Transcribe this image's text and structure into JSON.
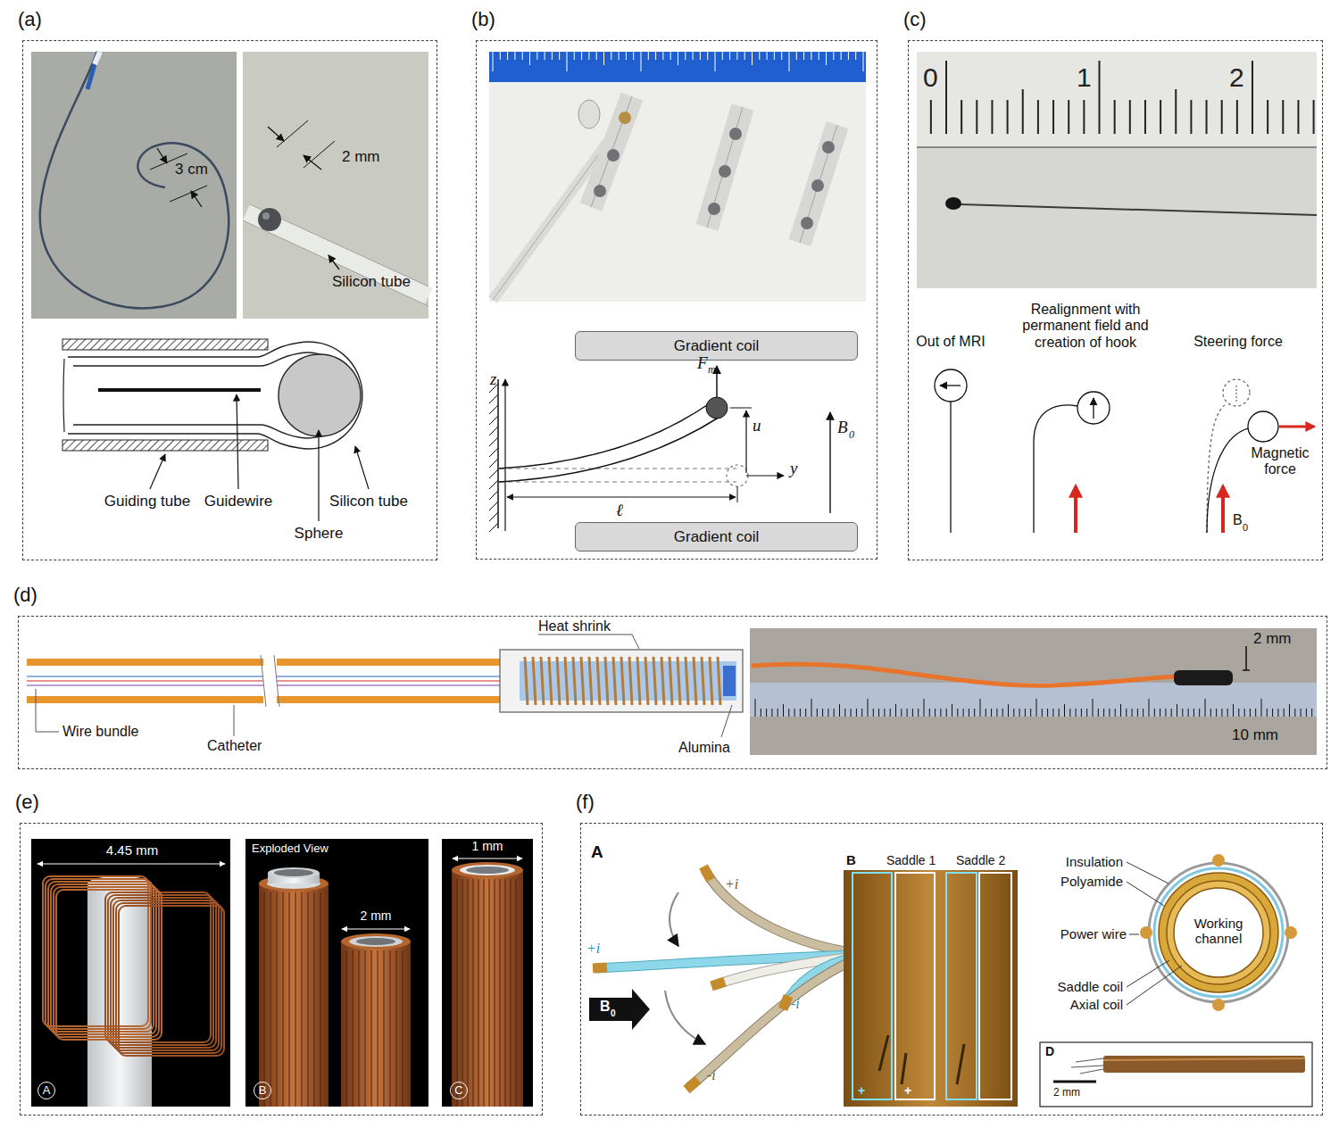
{
  "diagram": {
    "nodes": [
      {
        "text": [
          "(a)"
        ]
      },
      {
        "text": [
          "(b)"
        ]
      },
      {
        "text": [
          "Gradient coil"
        ],
        "in": 1
      },
      {
        "text": [
          "Gradient coil"
        ],
        "in": 1
      },
      {
        "text": [
          "(c)"
        ]
      },
      {
        "text": [
          "(d)"
        ]
      },
      {
        "text": [
          "(e)"
        ]
      },
      {
        "text": [
          "(f)"
        ]
      }
    ],
    "labels": [
      "3 cm",
      "2 mm",
      "Silicon tube",
      "Guiding tube",
      "Guidewire",
      "Silicon tube",
      "Sphere",
      "F",
      "m",
      "u",
      "z",
      "y",
      "ℓ",
      "B",
      "0",
      "0",
      "1",
      "2",
      "Out of MRI",
      "Realignment with permanent field and creation of hook",
      "Steering force",
      "Magnetic force",
      "B",
      "0",
      "Heat shrink",
      "Wire bundle",
      "Catheter",
      "Alumina",
      "2 mm",
      "10 mm",
      "4.45 mm",
      "Exploded View",
      "2 mm",
      "1 mm",
      "A",
      "B",
      "C",
      "A",
      "+i",
      "+i",
      "-i",
      "-i",
      "B",
      "0",
      "B",
      "Saddle 1",
      "Saddle 2",
      "+",
      "+",
      "Insulation",
      "Polyamide",
      "Power wire",
      "Working channel",
      "Saddle coil",
      "Axial coil",
      "D",
      "2 mm"
    ]
  }
}
